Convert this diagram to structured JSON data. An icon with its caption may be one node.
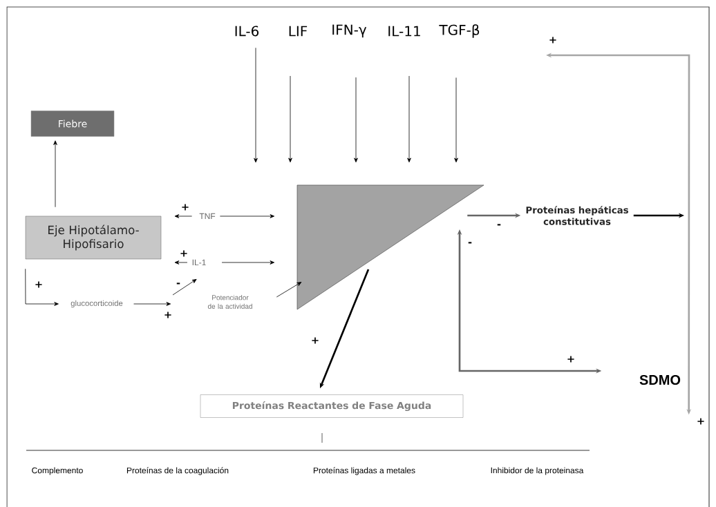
{
  "diagram": {
    "nodes": [
      {
        "text": [
          "IL-6"
        ]
      },
      {
        "text": [
          "LIF"
        ]
      },
      {
        "text": [
          "IFN-γ"
        ]
      },
      {
        "text": [
          "IL-11"
        ]
      },
      {
        "text": [
          "TGF-β"
        ]
      },
      {
        "text": [
          "Fiebre"
        ]
      },
      {
        "text": [
          "Eje Hipotálamo-Hipofisario"
        ]
      },
      {
        "text": [
          "TNF"
        ]
      },
      {
        "text": [
          "IL-1"
        ]
      },
      {
        "text": [
          "glucocorticoide"
        ]
      },
      {
        "text": [
          "Potenciador de la actividad"
        ]
      },
      {
        "text": [],
        "shape": "triangle"
      },
      {
        "text": [
          "Proteínas hepáticas constitutivas"
        ]
      },
      {
        "text": [
          "SDMO"
        ]
      },
      {
        "text": [
          "Proteínas Reactantes de Fase Aguda"
        ]
      }
    ],
    "edges": [
      {
        "from": 0,
        "to": null,
        "arrow": "to"
      },
      {
        "from": 1,
        "to": 11,
        "arrow": "to"
      },
      {
        "from": 2,
        "to": 11,
        "arrow": "to"
      },
      {
        "from": 3,
        "to": 11,
        "arrow": "to"
      },
      {
        "from": 4,
        "to": 11,
        "arrow": "to"
      },
      {
        "from": 6,
        "to": 5,
        "arrow": "to"
      },
      {
        "from": 7,
        "to": 11,
        "arrow": "to"
      },
      {
        "from": 8,
        "to": 11,
        "arrow": "to"
      },
      {
        "from": 7,
        "to": null,
        "arrow": "to",
        "label": "+"
      },
      {
        "from": 8,
        "to": null,
        "arrow": "to",
        "label": "+"
      },
      {
        "from": 6,
        "to": 9,
        "arrow": "to",
        "label": "+"
      },
      {
        "from": 9,
        "to": 10,
        "arrow": "to",
        "label": "+"
      },
      {
        "from": null,
        "to": 8,
        "arrow": "to",
        "label": "-"
      },
      {
        "from": 10,
        "to": 11,
        "arrow": "to"
      },
      {
        "from": 11,
        "to": 12,
        "arrow": "to",
        "label": "-",
        "style": "thick",
        "color": "#666666"
      },
      {
        "from": 12,
        "to": null,
        "arrow": "to",
        "style": "thick"
      },
      {
        "from": 13,
        "to": null,
        "arrow": "both",
        "label": "+",
        "style": "thick",
        "color": "#a6a6a6"
      },
      {
        "from": null,
        "to": 13,
        "arrow": "both",
        "label": "-",
        "style": "thick",
        "color": "#666666"
      },
      {
        "from": 11,
        "to": 14,
        "arrow": "to",
        "label": "+",
        "style": "thick"
      }
    ],
    "labels": [
      "+",
      "+",
      "Complemento",
      "Proteínas de la coagulación",
      "Proteínas ligadas a metales",
      "Inhibidor de la proteinasa"
    ]
  }
}
